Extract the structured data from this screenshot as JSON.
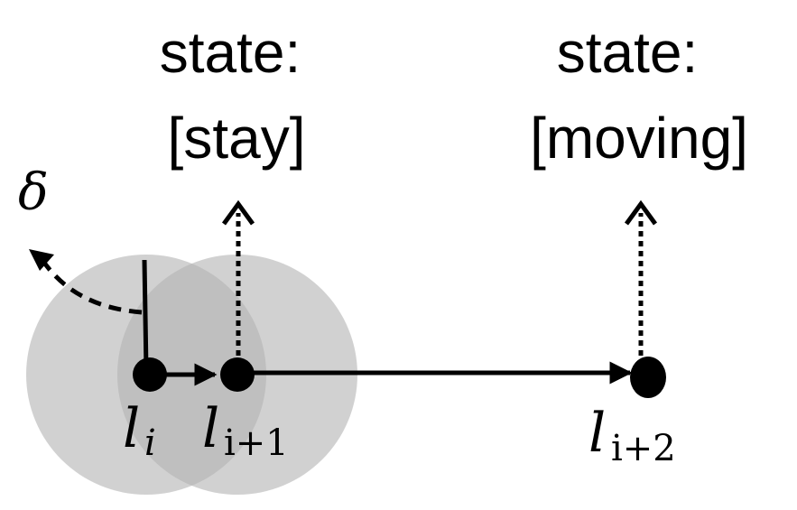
{
  "states": [
    {
      "line1": "state:",
      "line2": "[stay]"
    },
    {
      "line1": "state:",
      "line2": "[moving]"
    }
  ],
  "angle_symbol": "δ",
  "points": [
    {
      "base": "l",
      "sub": "i"
    },
    {
      "base": "l",
      "sub": "i+1"
    },
    {
      "base": "l",
      "sub": "i+2"
    }
  ],
  "colors": {
    "circle_fill": "#b3b3b3",
    "stroke": "#000000"
  }
}
